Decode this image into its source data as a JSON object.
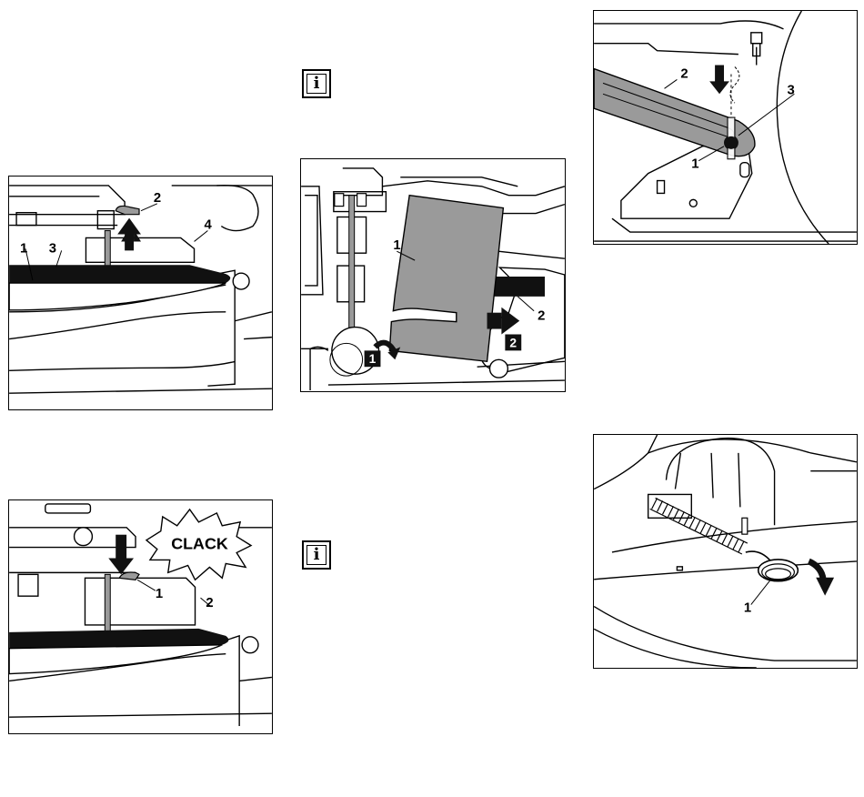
{
  "info_icon": {
    "glyph": "i"
  },
  "fig_a": {
    "labels": [
      "1",
      "2",
      "3",
      "4"
    ]
  },
  "fig_b": {
    "labels": [
      "1",
      "2"
    ],
    "steps": [
      "1",
      "2"
    ]
  },
  "fig_c": {
    "labels": [
      "1",
      "2",
      "3"
    ]
  },
  "fig_d": {
    "labels": [
      "1",
      "2"
    ],
    "sound": "CLACK"
  },
  "fig_e": {
    "labels": [
      "1"
    ]
  },
  "colors": {
    "line": "#000000",
    "gray": "#9a9a9a",
    "dark": "#111111"
  }
}
